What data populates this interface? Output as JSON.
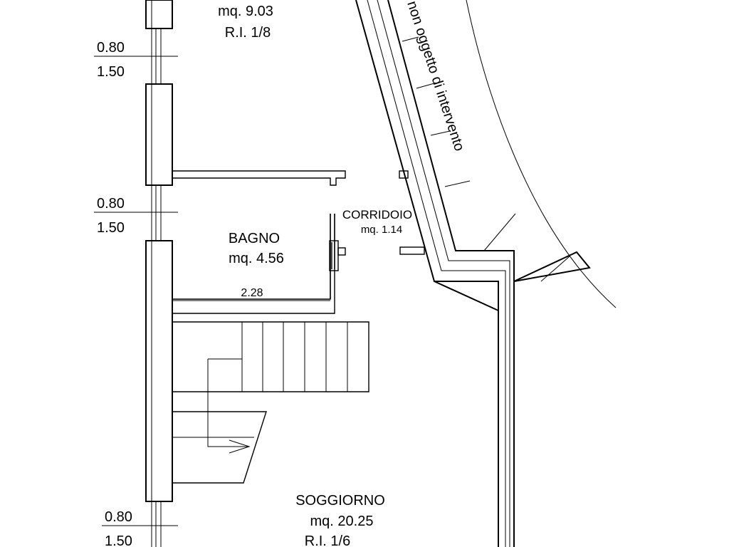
{
  "rooms": {
    "top": {
      "area": "mq. 9.03",
      "ri": "R.I. 1/8"
    },
    "bagno": {
      "name": "BAGNO",
      "area": "mq. 4.56",
      "width": "2.28"
    },
    "corridoio": {
      "name": "CORRIDOIO",
      "area": "mq. 1.14"
    },
    "soggiorno": {
      "name": "SOGGIORNO",
      "area": "mq. 20.25",
      "ri": "R.I. 1/6"
    }
  },
  "windows": [
    {
      "sill": "0.80",
      "height": "1.50"
    },
    {
      "sill": "0.80",
      "height": "1.50"
    },
    {
      "sill": "0.80",
      "height": "1.50"
    }
  ],
  "note": "non oggetto di intervento"
}
